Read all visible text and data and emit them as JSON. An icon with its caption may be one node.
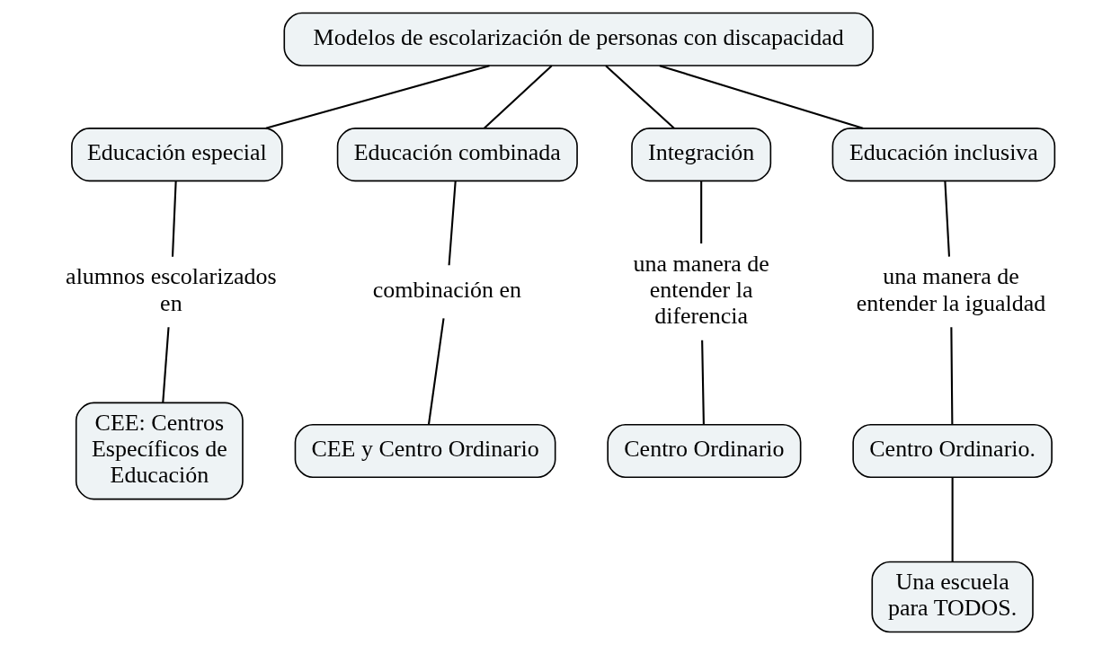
{
  "diagram": {
    "nodes": [
      {
        "text": [
          "Modelos de escolarización de personas con discapacidad"
        ]
      },
      {
        "text": [
          "Educación especial"
        ]
      },
      {
        "text": [
          "alumnos escolarizados en"
        ]
      },
      {
        "text": [
          "CEE: Centros Específicos de Educación"
        ]
      },
      {
        "text": [
          "Educación combinada"
        ]
      },
      {
        "text": [
          "combinación en"
        ]
      },
      {
        "text": [
          "CEE y Centro Ordinario"
        ]
      },
      {
        "text": [
          "Integración"
        ]
      },
      {
        "text": [
          "una manera de entender la diferencia"
        ]
      },
      {
        "text": [
          "Centro Ordinario"
        ]
      },
      {
        "text": [
          "Educación inclusiva"
        ]
      },
      {
        "text": [
          "una manera de entender la igualdad"
        ]
      },
      {
        "text": [
          "Centro Ordinario."
        ]
      },
      {
        "text": [
          "Una escuela para TODOS."
        ]
      }
    ],
    "edges": [
      {
        "from": 0,
        "to": 1,
        "arrow": "none"
      },
      {
        "from": 0,
        "to": 4,
        "arrow": "none"
      },
      {
        "from": 0,
        "to": 7,
        "arrow": "none"
      },
      {
        "from": 0,
        "to": 10,
        "arrow": "none"
      },
      {
        "from": 1,
        "to": 2,
        "arrow": "none"
      },
      {
        "from": 2,
        "to": 3,
        "arrow": "none"
      },
      {
        "from": 4,
        "to": 5,
        "arrow": "none"
      },
      {
        "from": 5,
        "to": 6,
        "arrow": "none"
      },
      {
        "from": 7,
        "to": 8,
        "arrow": "none"
      },
      {
        "from": 8,
        "to": 9,
        "arrow": "none"
      },
      {
        "from": 10,
        "to": 11,
        "arrow": "none"
      },
      {
        "from": 11,
        "to": 12,
        "arrow": "none"
      },
      {
        "from": 12,
        "to": 13,
        "arrow": "none"
      }
    ]
  }
}
